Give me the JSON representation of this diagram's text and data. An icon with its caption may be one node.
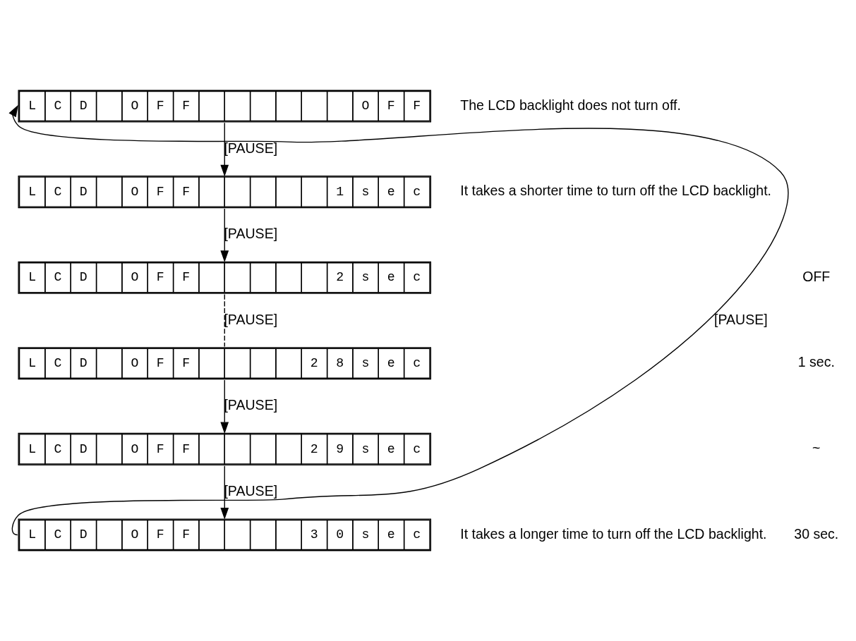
{
  "diagram": {
    "nodes": [
      {
        "text": [
          "L",
          "C",
          "D",
          "O",
          "F",
          "F",
          "O",
          "F",
          "F"
        ],
        "beside": [
          "The LCD backlight does not turn off."
        ]
      },
      {
        "text": [
          "L",
          "C",
          "D",
          "O",
          "F",
          "F",
          "1",
          "s",
          "e",
          "c"
        ],
        "beside": [
          "It takes a shorter time to turn off the LCD backlight."
        ]
      },
      {
        "text": [
          "L",
          "C",
          "D",
          "O",
          "F",
          "F",
          "2",
          "s",
          "e",
          "c"
        ]
      },
      {
        "text": [
          "L",
          "C",
          "D",
          "O",
          "F",
          "F",
          "2",
          "8",
          "s",
          "e",
          "c"
        ]
      },
      {
        "text": [
          "L",
          "C",
          "D",
          "O",
          "F",
          "F",
          "2",
          "9",
          "s",
          "e",
          "c"
        ]
      },
      {
        "text": [
          "L",
          "C",
          "D",
          "O",
          "F",
          "F",
          "3",
          "0",
          "s",
          "e",
          "c"
        ],
        "beside": [
          "It takes a longer time to turn off the LCD backlight."
        ]
      }
    ],
    "edges": [
      {
        "from": 0,
        "to": 1,
        "arrow": "to",
        "label": "[PAUSE]"
      },
      {
        "from": 1,
        "to": 2,
        "arrow": "to",
        "label": "[PAUSE]"
      },
      {
        "from": 2,
        "to": 3,
        "arrow": "none",
        "style": "dashed",
        "label": "[PAUSE]"
      },
      {
        "from": 3,
        "to": 4,
        "arrow": "to",
        "label": "[PAUSE]"
      },
      {
        "from": 4,
        "to": 5,
        "arrow": "to",
        "label": "[PAUSE]"
      },
      {
        "from": 5,
        "to": 0,
        "arrow": "to",
        "label": "[PAUSE]"
      }
    ],
    "labels": [
      "OFF",
      "1 sec.",
      "~",
      "30 sec."
    ]
  }
}
